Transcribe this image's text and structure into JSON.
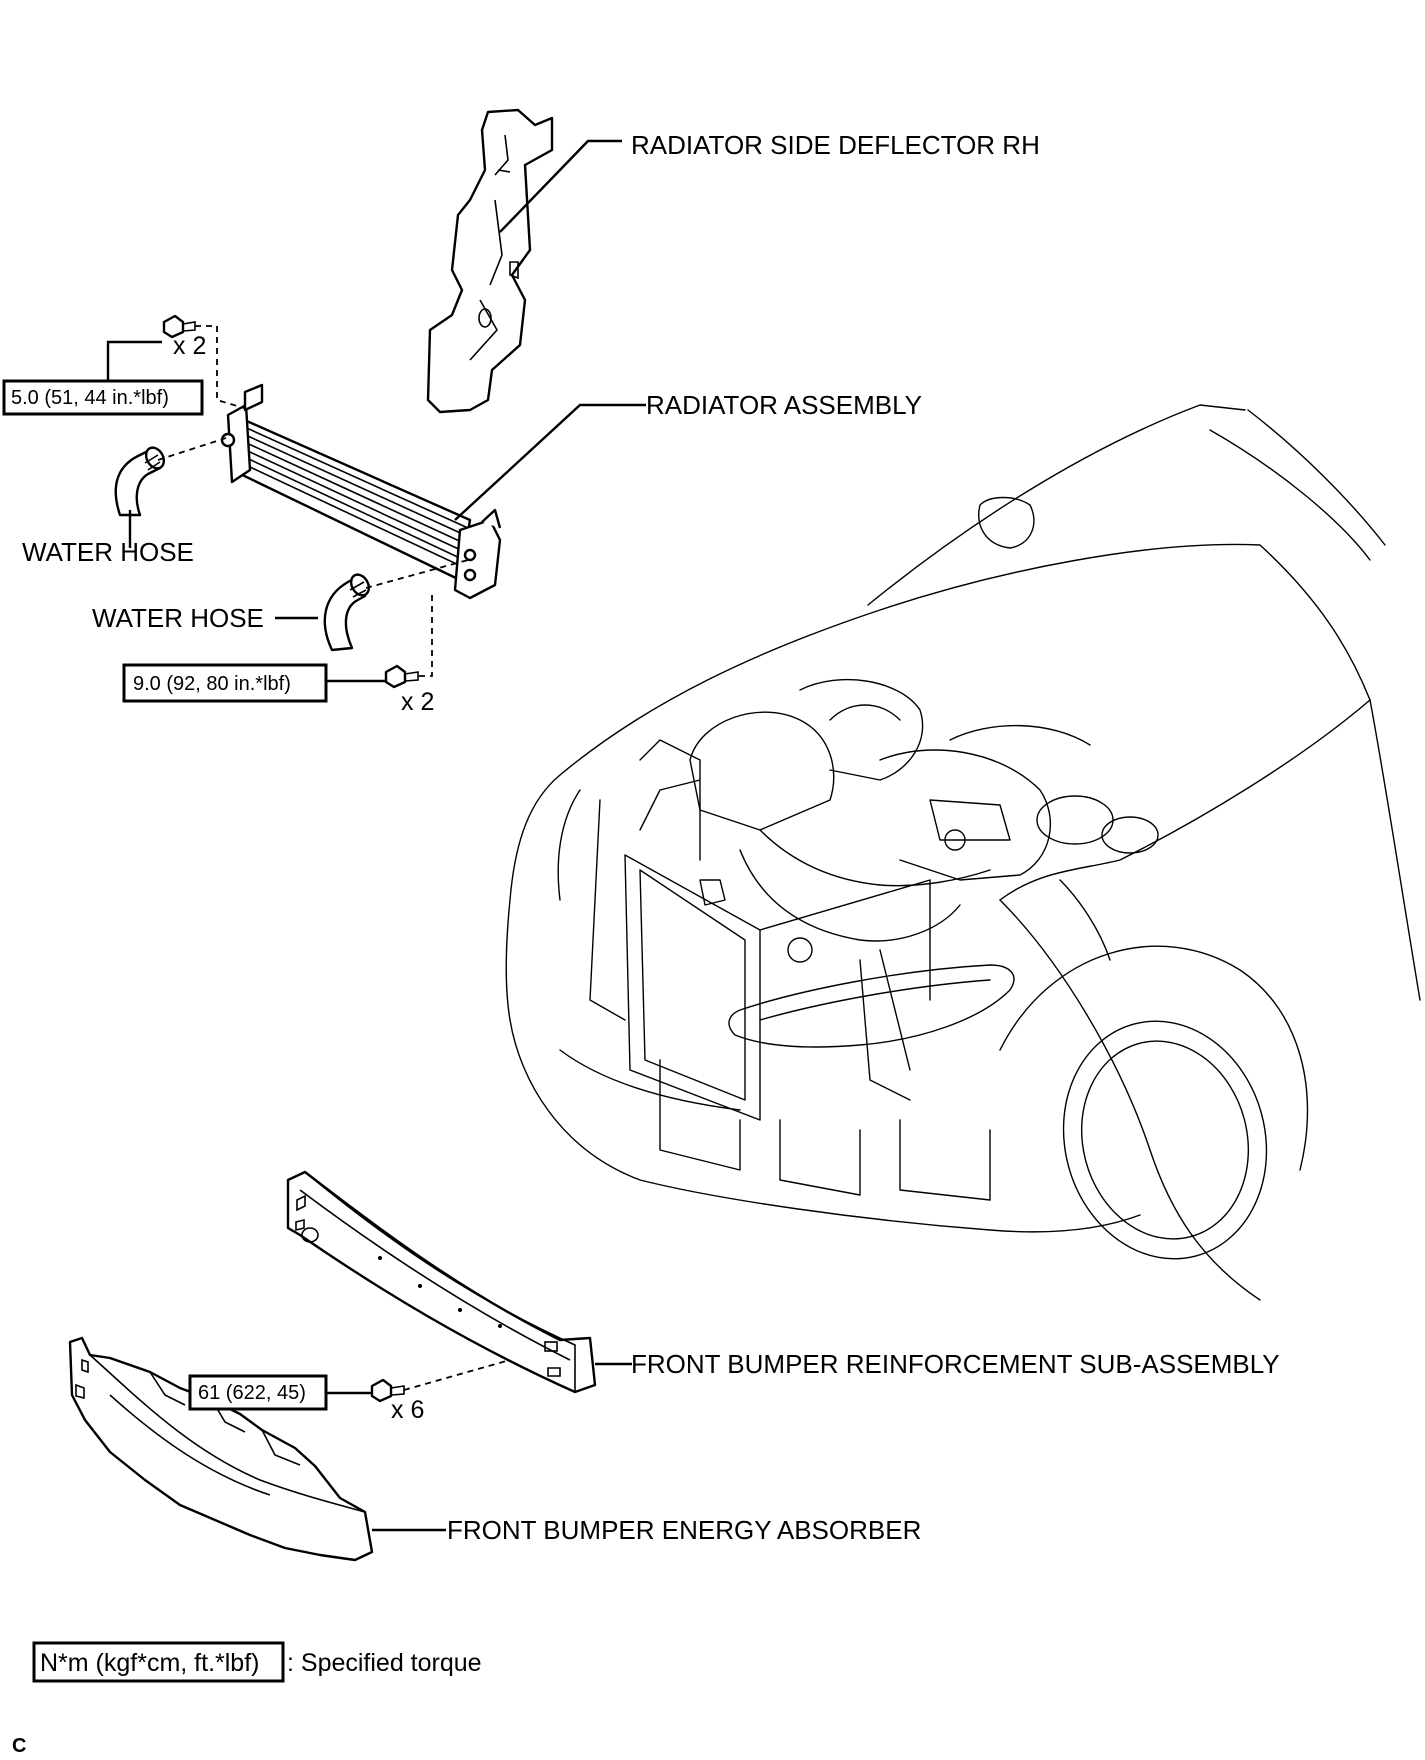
{
  "labels": {
    "radiator_side_deflector": "RADIATOR SIDE DEFLECTOR RH",
    "radiator_assembly": "RADIATOR ASSEMBLY",
    "water_hose_upper": "WATER HOSE",
    "water_hose_lower": "WATER HOSE",
    "front_bumper_reinforcement": "FRONT BUMPER REINFORCEMENT SUB-ASSEMBLY",
    "front_bumper_energy_absorber": "FRONT BUMPER ENERGY ABSORBER"
  },
  "torques": {
    "upper_bolt": "5.0 (51, 44 in.*lbf)",
    "lower_bolt": "9.0 (92, 80 in.*lbf)",
    "bumper_bolt": "61 (622, 45)"
  },
  "quantities": {
    "upper_bolt": "x 2",
    "lower_bolt": "x 2",
    "bumper_bolt": "x 6"
  },
  "legend": {
    "unit": "N*m (kgf*cm, ft.*lbf)",
    "description": ": Specified torque"
  },
  "corner_mark": "C"
}
